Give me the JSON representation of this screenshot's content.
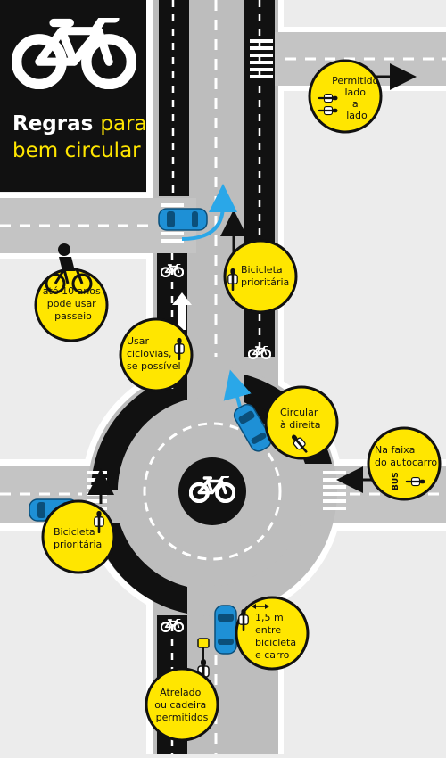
{
  "header": {
    "title_line1_white": "Regras",
    "title_line1_yellow": "para",
    "title_line2": "bem circular"
  },
  "colors": {
    "yellow": "#ffe600",
    "asphalt": "#bdbdbd",
    "black_lane": "#111111",
    "car_blue": "#1e90d6",
    "arrow_blue": "#2aa7e8",
    "background": "#ececec"
  },
  "rules": {
    "lado_a_lado": [
      "Permitido",
      "lado",
      "a",
      "lado"
    ],
    "prioritaria_top": [
      "Bicicleta",
      "prioritária"
    ],
    "ate_10_anos": [
      "até 10 anos",
      "pode usar",
      "passeio"
    ],
    "ciclovias": [
      "Usar",
      "ciclovias,",
      "se possível"
    ],
    "circular_direita": [
      "Circular",
      "à direita"
    ],
    "faixa_autocarro": [
      "Na faixa",
      "do autocarro"
    ],
    "prioritaria_left": [
      "Bicicleta",
      "prioritária"
    ],
    "distancia": [
      "1,5 m",
      "entre",
      "bicicleta",
      "e carro"
    ],
    "atrelado": [
      "Atrelado",
      "ou cadeira",
      "permitidos"
    ]
  },
  "bus_label": "BUS"
}
